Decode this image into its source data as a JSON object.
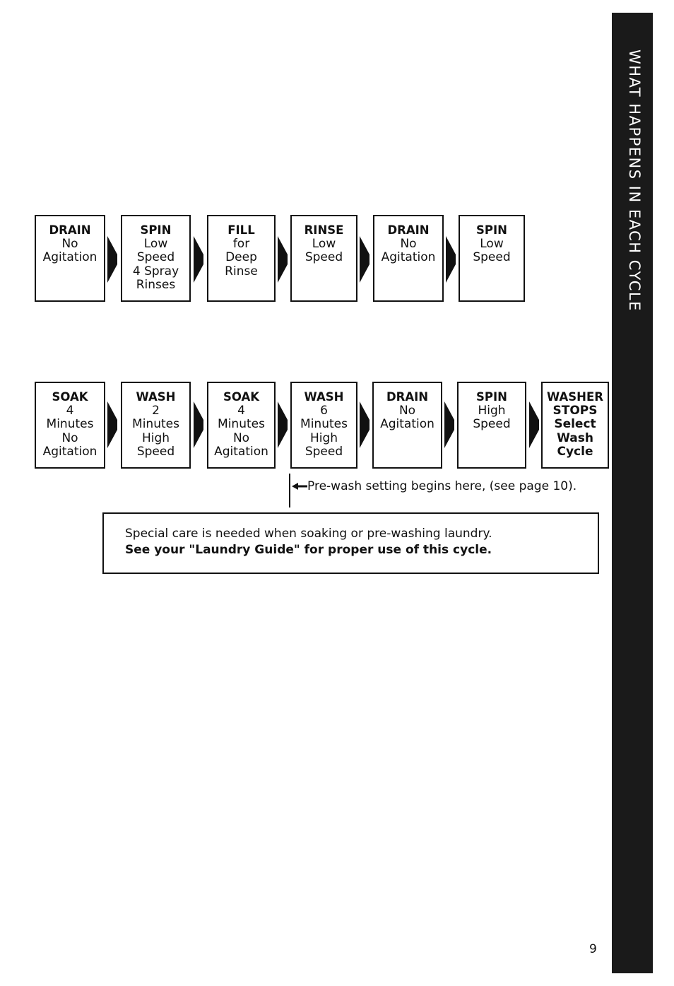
{
  "side_tab": "WHAT HAPPENS IN EACH CYCLE",
  "row1": [
    {
      "title": "DRAIN",
      "lines": [
        "No",
        "Agitation"
      ]
    },
    {
      "title": "SPIN",
      "lines": [
        "Low",
        "Speed",
        "4 Spray",
        "Rinses"
      ]
    },
    {
      "title": "FILL",
      "lines": [
        "for",
        "Deep",
        "Rinse"
      ]
    },
    {
      "title": "RINSE",
      "lines": [
        "Low",
        "Speed"
      ]
    },
    {
      "title": "DRAIN",
      "lines": [
        "No",
        "Agitation"
      ]
    },
    {
      "title": "SPIN",
      "lines": [
        "Low",
        "Speed"
      ]
    }
  ],
  "row2": [
    {
      "title": "SOAK",
      "lines": [
        "4",
        "Minutes",
        "No",
        "Agitation"
      ]
    },
    {
      "title": "WASH",
      "lines": [
        "2",
        "Minutes",
        "High",
        "Speed"
      ]
    },
    {
      "title": "SOAK",
      "lines": [
        "4",
        "Minutes",
        "No",
        "Agitation"
      ]
    },
    {
      "title": "WASH",
      "lines": [
        "6",
        "Minutes",
        "High",
        "Speed"
      ]
    },
    {
      "title": "DRAIN",
      "lines": [
        "No",
        "Agitation"
      ]
    },
    {
      "title": "SPIN",
      "lines": [
        "High",
        "Speed"
      ]
    },
    {
      "title": "WASHER",
      "lines": [
        "STOPS",
        "Select",
        "Wash",
        "Cycle"
      ]
    }
  ],
  "prewash_note": "Pre-wash setting begins here, (see page 10).",
  "care_box": {
    "line1": "Special care is needed when soaking or pre-washing laundry.",
    "line2": "See your \"Laundry Guide\" for proper use of this cycle."
  },
  "page_number": "9"
}
